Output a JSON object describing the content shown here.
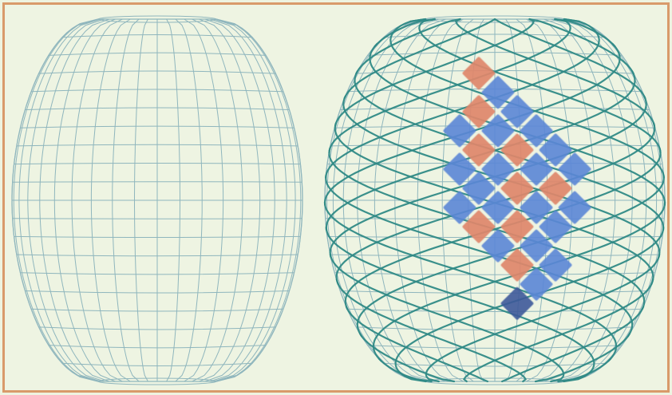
{
  "figure": {
    "frame_color": "#d99a6a",
    "background_color": "#eef4e2"
  },
  "panels": [
    {
      "name": "plain-lattice-sphere",
      "grid_color": "#8fb6bd",
      "meridians": 20,
      "parallels": 20,
      "has_helices": false
    },
    {
      "name": "woven-lattice-sphere",
      "grid_color": "#8fb6bd",
      "meridians": 20,
      "parallels": 20,
      "has_helices": true,
      "helix_color": "#2f8a86",
      "helix_count": 12,
      "weave": {
        "colors": {
          "blue": "#5b86d6",
          "orange": "#e0856a",
          "dark_blue": "#3f5a9a"
        },
        "strands": [
          {
            "color": "blue",
            "direction": "down-left"
          },
          {
            "color": "blue",
            "direction": "down-left"
          },
          {
            "color": "blue",
            "direction": "down-left"
          },
          {
            "color": "orange",
            "direction": "down-right"
          },
          {
            "color": "orange",
            "direction": "down-right"
          },
          {
            "color": "orange",
            "direction": "down-right"
          },
          {
            "color": "dark_blue",
            "direction": "single-tile"
          }
        ]
      }
    }
  ]
}
